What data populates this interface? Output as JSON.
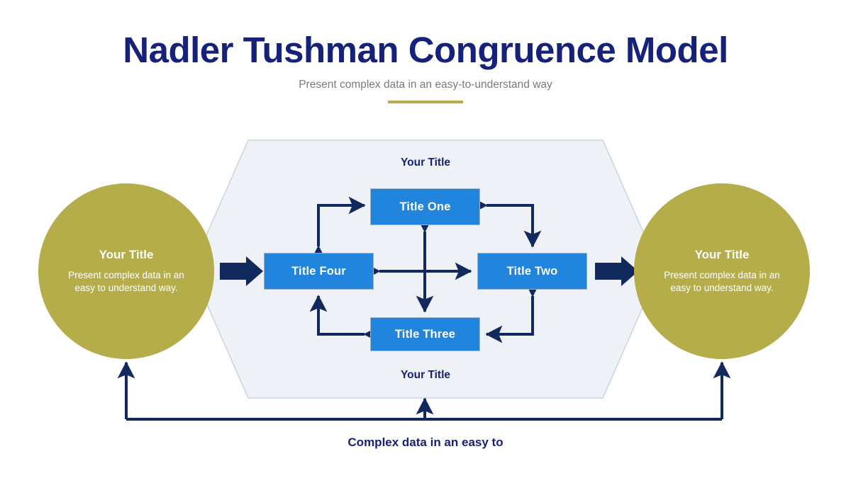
{
  "header": {
    "title": "Nadler Tushman Congruence Model",
    "subtitle": "Present complex data in an easy-to-understand way",
    "divider_color": "#b5ad49",
    "title_color": "#16217a",
    "subtitle_color": "#7a7a7a"
  },
  "colors": {
    "navy": "#16217a",
    "arrow_navy": "#12295e",
    "olive": "#b5ad49",
    "box_blue": "#2184dd",
    "hex_fill": "#eef2f7",
    "hex_stroke": "#ccd6e0",
    "white": "#ffffff"
  },
  "circles": {
    "left": {
      "title": "Your Title",
      "text": "Present complex data in an easy to understand way."
    },
    "right": {
      "title": "Your Title",
      "text": "Present complex data in an easy to understand way."
    }
  },
  "hexagon": {
    "label_top": "Your Title",
    "label_bottom": "Your Title"
  },
  "nodes": [
    {
      "id": "one",
      "label": "Title One"
    },
    {
      "id": "two",
      "label": "Title Two"
    },
    {
      "id": "three",
      "label": "Title Three"
    },
    {
      "id": "four",
      "label": "Title Four"
    }
  ],
  "caption": "Complex data in an easy to",
  "connectors": {
    "input_arrow": "block-arrow-right",
    "output_arrow": "block-arrow-right",
    "feedback_loop": "bottom-feedback-line"
  }
}
